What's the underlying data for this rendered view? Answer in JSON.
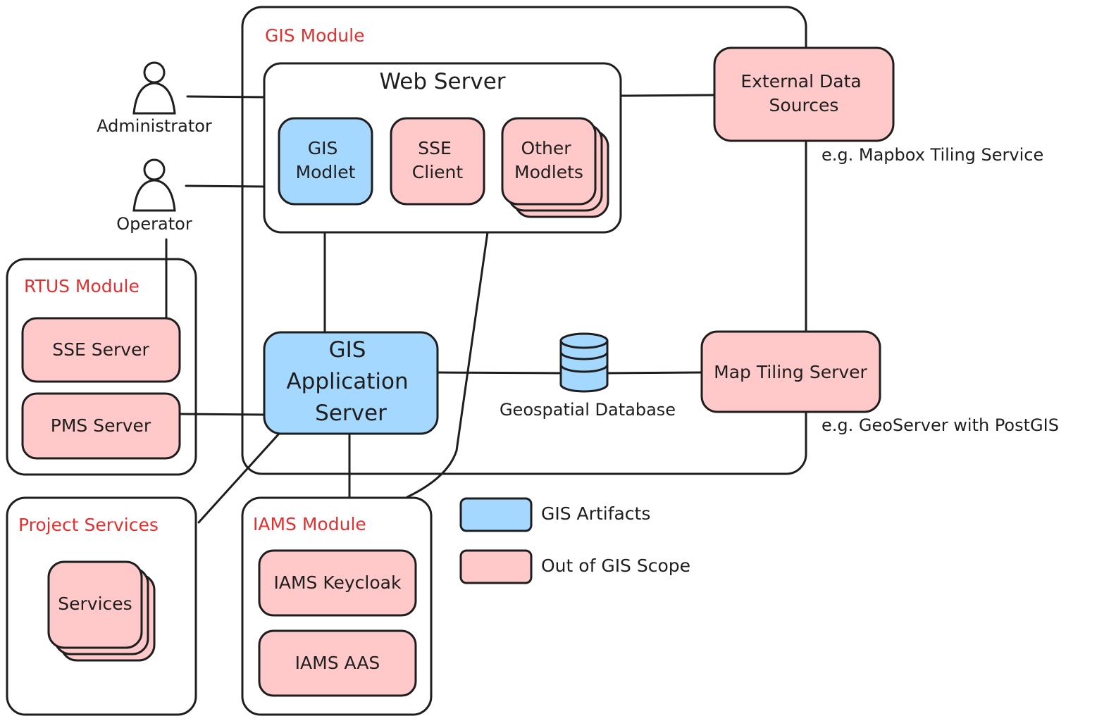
{
  "colors": {
    "gis_artifact": "#a5d8ff",
    "out_of_scope": "#ffc9c9",
    "module_label": "#e03131",
    "stroke": "#1e1e1e"
  },
  "modules": {
    "gis": "GIS Module",
    "rtus": "RTUS Module",
    "project": "Project Services",
    "iams": "IAMS Module"
  },
  "actors": {
    "administrator": "Administrator",
    "operator": "Operator"
  },
  "web_server": {
    "title": "Web Server",
    "gis_modlet": [
      "GIS",
      "Modlet"
    ],
    "sse_client": [
      "SSE",
      "Client"
    ],
    "other_modlets": [
      "Other",
      "Modlets"
    ]
  },
  "external_data": {
    "label": [
      "External Data",
      "Sources"
    ],
    "note": "e.g. Mapbox Tiling Service"
  },
  "gis_app_server": [
    "GIS",
    "Application",
    "Server"
  ],
  "database": "Geospatial Database",
  "map_tiling": {
    "label": "Map Tiling Server",
    "note": "e.g. GeoServer with PostGIS"
  },
  "rtus": {
    "sse_server": "SSE Server",
    "pms_server": "PMS Server"
  },
  "project_services": {
    "services": "Services"
  },
  "iams": {
    "keycloak": "IAMS Keycloak",
    "aas": "IAMS AAS"
  },
  "legend": {
    "gis_artifacts": "GIS Artifacts",
    "out_of_scope": "Out of GIS Scope"
  }
}
